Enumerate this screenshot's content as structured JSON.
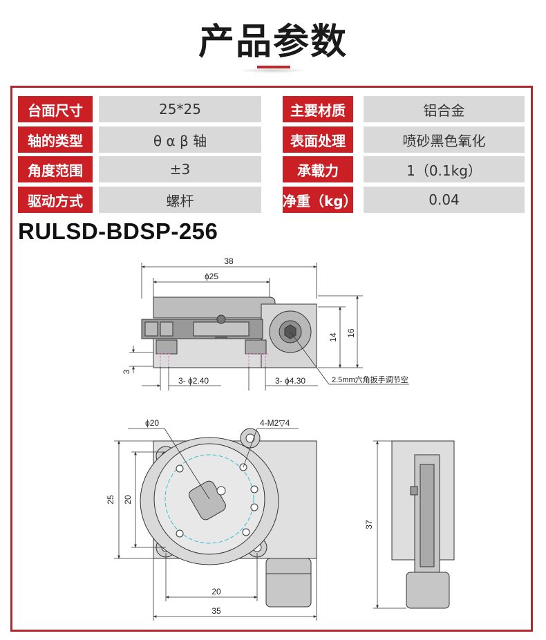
{
  "title": "产品参数",
  "specs": [
    {
      "label": "台面尺寸",
      "value": "25*25"
    },
    {
      "label": "主要材质",
      "value": "铝合金"
    },
    {
      "label": "轴的类型",
      "value": "θ α β 轴"
    },
    {
      "label": "表面处理",
      "value": "喷砂黑色氧化"
    },
    {
      "label": "角度范围",
      "value": "±3"
    },
    {
      "label": "承载力",
      "value": "1（0.1kg）"
    },
    {
      "label": "驱动方式",
      "value": "螺杆"
    },
    {
      "label": "净重（kg）",
      "value": "0.04"
    }
  ],
  "model": "RULSD-BDSP-256",
  "drawing": {
    "dims": {
      "width_38": "38",
      "dia_25": "ϕ25",
      "h_14": "14",
      "h_16": "16",
      "h_3": "3",
      "hole_small": "3- ϕ2.40",
      "hole_large": "3- ϕ4.30",
      "hex_note": "2.5mm六角扳手调节空",
      "dia_20": "ϕ20",
      "thread": "4-M2▽4",
      "v_25": "25",
      "v_20": "20",
      "b_20": "20",
      "b_35": "35",
      "side_37": "37"
    }
  }
}
